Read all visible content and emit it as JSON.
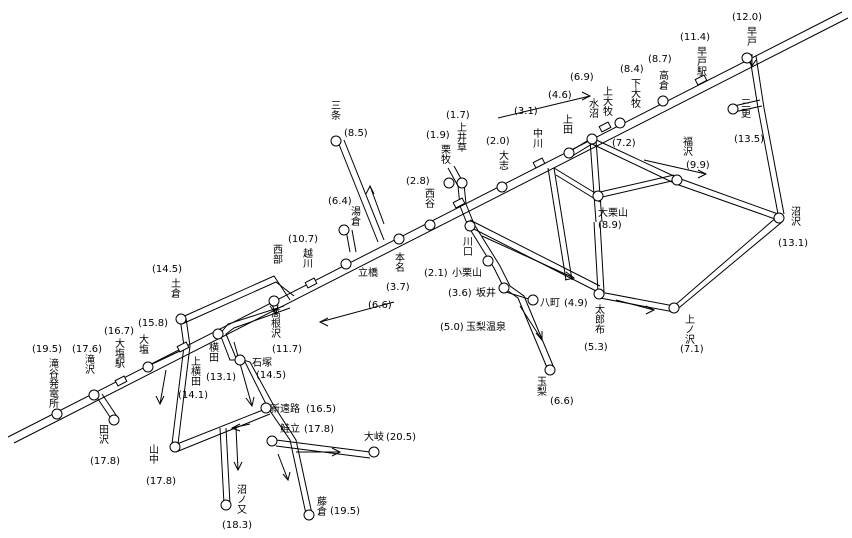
{
  "stations": [
    {
      "id": "hayato",
      "label": "早戸",
      "value": "(12.0)"
    },
    {
      "id": "hayato_eki",
      "label": "早戸駅",
      "value": "(11.4)"
    },
    {
      "id": "takakura",
      "label": "高倉",
      "value": "(8.7)"
    },
    {
      "id": "shimo_onuki",
      "label": "下大牧",
      "value": "(8.4)"
    },
    {
      "id": "kami_onuki",
      "label": "上大牧",
      "value": "(7.2)"
    },
    {
      "id": "mizunuma",
      "label": "水沼",
      "value": "(6.9)"
    },
    {
      "id": "ueda",
      "label": "上田",
      "value": "(4.6)"
    },
    {
      "id": "nakagawa",
      "label": "中川",
      "value": "(3.1)"
    },
    {
      "id": "oshi",
      "label": "大志",
      "value": "(2.0)"
    },
    {
      "id": "kamiikusa",
      "label": "上井草",
      "value": "(1.7)"
    },
    {
      "id": "kurimaki",
      "label": "栗牧",
      "value": "(1.9)"
    },
    {
      "id": "saiya",
      "label": "西谷",
      "value": "(2.8)"
    },
    {
      "id": "kawaguchi",
      "label": "川口",
      "value": ""
    },
    {
      "id": "hona",
      "label": "本名",
      "value": "(3.7)"
    },
    {
      "id": "yukura",
      "label": "湯倉",
      "value": "(6.4)"
    },
    {
      "id": "sanjo",
      "label": "三条",
      "value": "(8.5)"
    },
    {
      "id": "tachibana",
      "label": "立橋",
      "value": ""
    },
    {
      "id": "koshikawa",
      "label": "越川",
      "value": "(10.7)"
    },
    {
      "id": "seibu",
      "label": "西部",
      "value": ""
    },
    {
      "id": "takanesawa",
      "label": "高根沢",
      "value": "(11.7)"
    },
    {
      "id": "tsuchikura",
      "label": "土倉",
      "value": "(14.5)"
    },
    {
      "id": "oshio",
      "label": "大塩",
      "value": "(15.8)"
    },
    {
      "id": "oshio_eki",
      "label": "大塩駅",
      "value": "(16.7)"
    },
    {
      "id": "takizawa",
      "label": "滝沢",
      "value": "(17.6)"
    },
    {
      "id": "takigahara",
      "label": "滝谷発電所",
      "value": "(19.5)"
    },
    {
      "id": "tazawa",
      "label": "田沢",
      "value": "(17.8)"
    },
    {
      "id": "yokota",
      "label": "横田",
      "value": "(13.1)"
    },
    {
      "id": "kami_yokota",
      "label": "上横田",
      "value": "(14.1)"
    },
    {
      "id": "ishizuka",
      "label": "石塚",
      "value": "(14.5)"
    },
    {
      "id": "yamanaka",
      "label": "山中",
      "value": "(17.8)"
    },
    {
      "id": "shinmichi",
      "label": "新遠路",
      "value": "(16.5)"
    },
    {
      "id": "satedate",
      "label": "鮭立",
      "value": "(17.8)"
    },
    {
      "id": "omata",
      "label": "大岐",
      "value": "(20.5)"
    },
    {
      "id": "numanomata",
      "label": "沼ノ又",
      "value": "(18.3)"
    },
    {
      "id": "fujikura",
      "label": "藤倉",
      "value": "(19.5)"
    },
    {
      "id": "kokuriyama",
      "label": "小栗山",
      "value": "(2.1)"
    },
    {
      "id": "sakai",
      "label": "坂井",
      "value": "(3.6)"
    },
    {
      "id": "yamanashi_onsen",
      "label": "玉梨温泉",
      "value": "(5.0)"
    },
    {
      "id": "tamanashi",
      "label": "玉梨",
      "value": "(6.6)"
    },
    {
      "id": "hachimachi",
      "label": "八町",
      "value": "(4.9)"
    },
    {
      "id": "tarofu",
      "label": "太郎布",
      "value": "(5.3)"
    },
    {
      "id": "kaminosawa",
      "label": "上ノ沢",
      "value": "(7.1)"
    },
    {
      "id": "okuriyama",
      "label": "大栗山",
      "value": "(8.9)"
    },
    {
      "id": "fukusawa",
      "label": "福沢",
      "value": "(9.9)"
    },
    {
      "id": "numazawa",
      "label": "沼沢",
      "value": "(13.1)"
    },
    {
      "id": "sanbara",
      "label": "三更",
      "value": "(13.5)"
    },
    {
      "id": "dist_66",
      "label": "",
      "value": "(6.6)"
    }
  ]
}
